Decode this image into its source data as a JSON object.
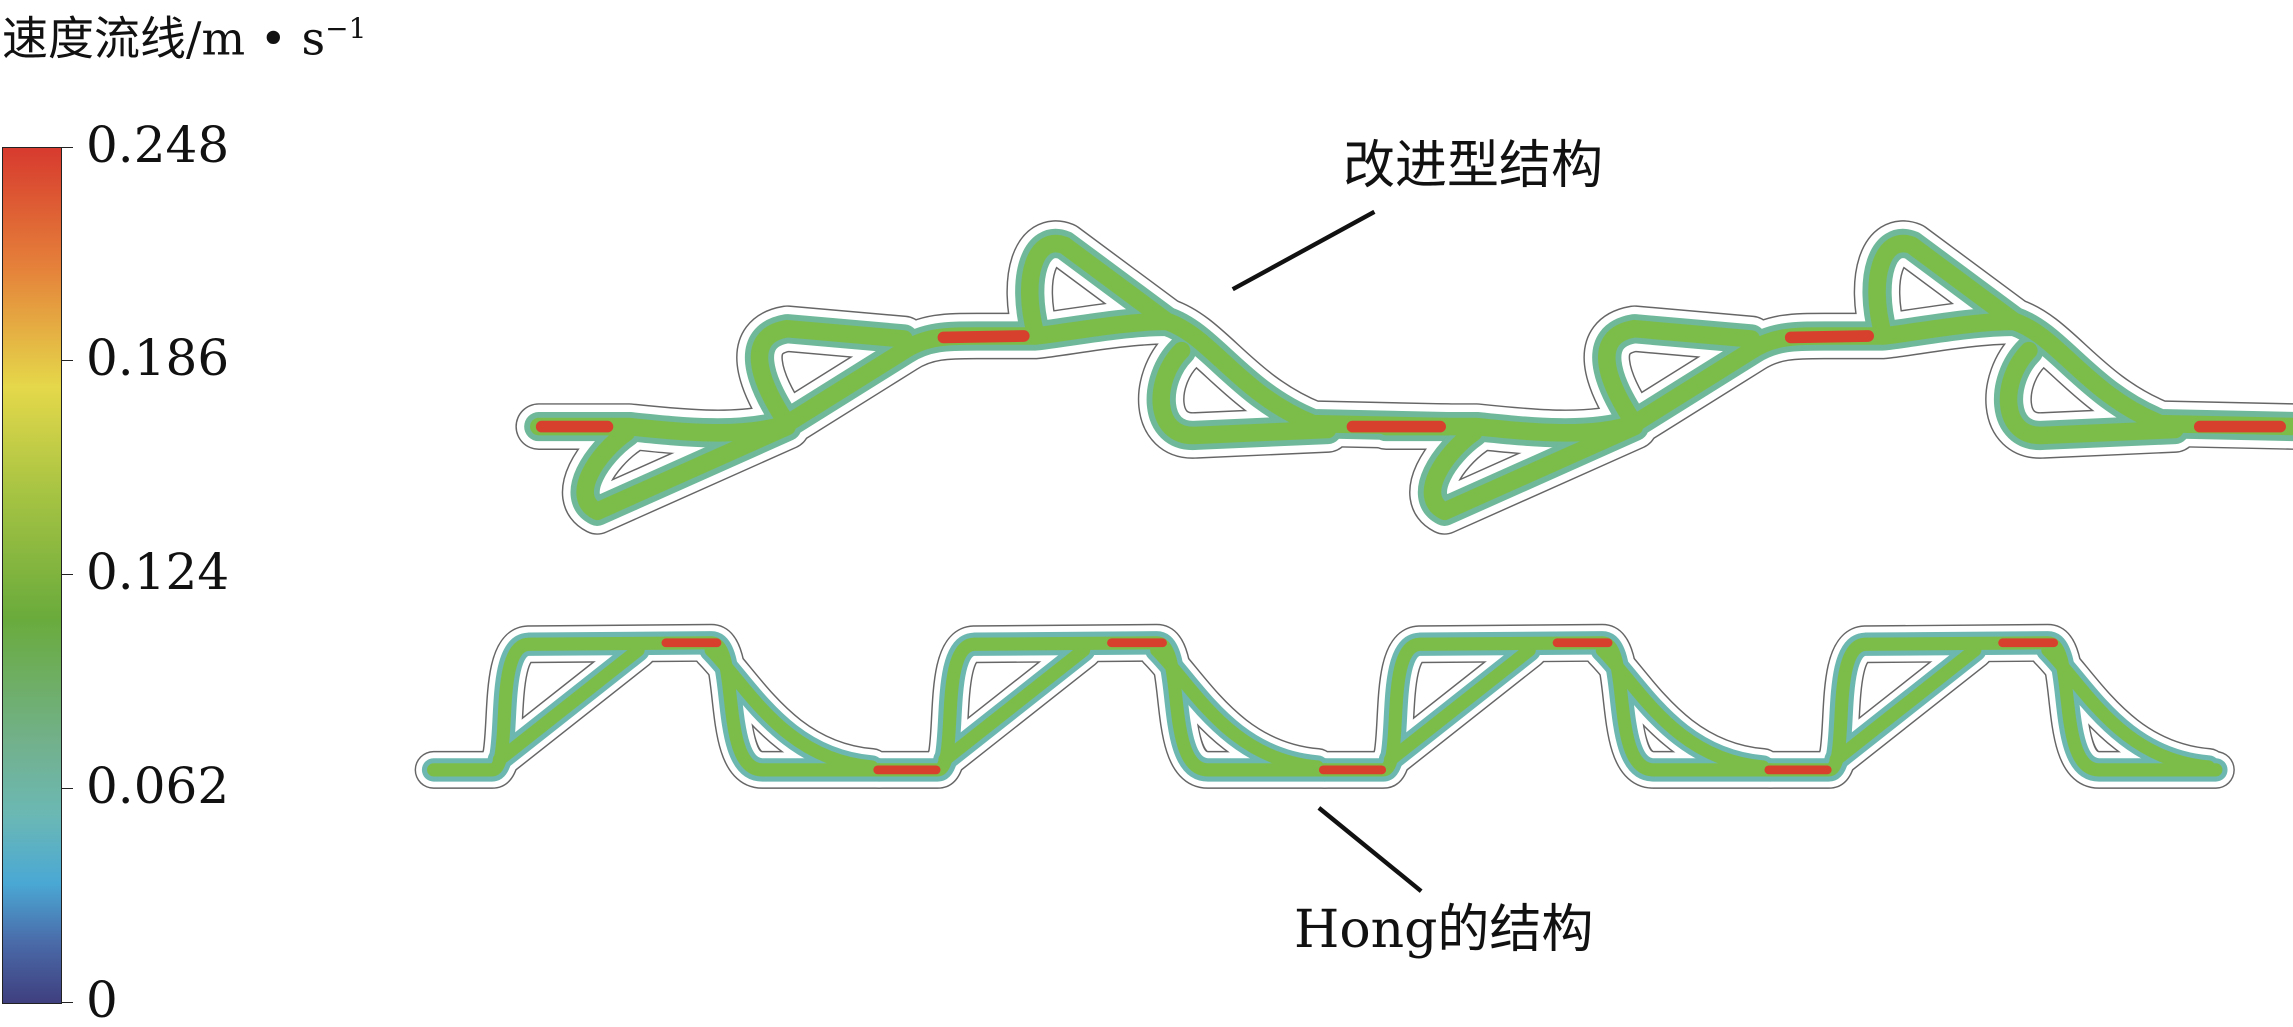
{
  "legend": {
    "title": "速度流线/m • s",
    "title_sup": "−1",
    "ticks": [
      "0.248",
      "0.186",
      "0.124",
      "0.062",
      "0"
    ],
    "colors": {
      "max": "#d73a2e",
      "mid_high": "#e5d84a",
      "mid": "#6aab3c",
      "low": "#4aa8d4",
      "min": "#3f3f7f"
    }
  },
  "annotations": {
    "improved": "改进型结构",
    "hong": "Hong的结构"
  }
}
